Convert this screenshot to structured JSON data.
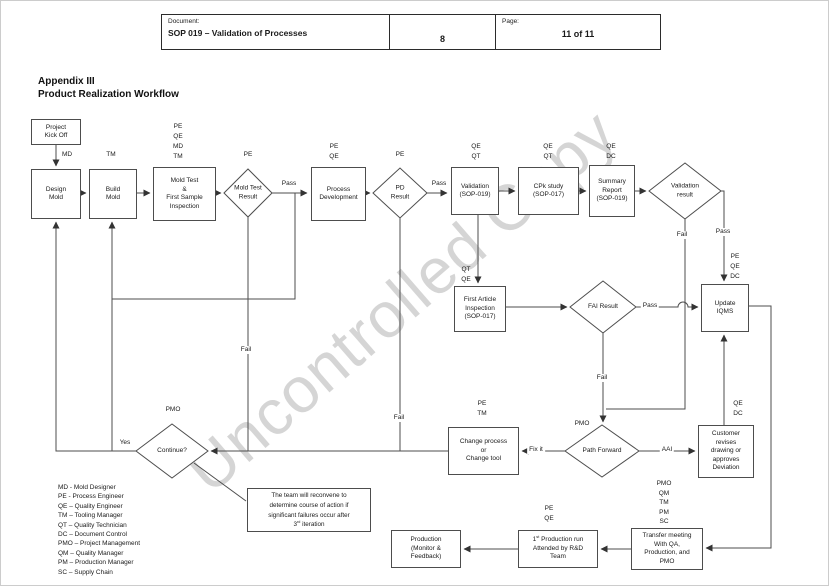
{
  "header": {
    "document_label": "Document:",
    "document_title": "SOP 019 – Validation of Processes",
    "revision": "8",
    "page_label": "Page:",
    "page_value": "11 of 11"
  },
  "title": {
    "line1": "Appendix III",
    "line2": "Product Realization Workflow"
  },
  "watermark": "Uncontrolled Copy",
  "nodes": {
    "project_kickoff": "Project\nKick Off",
    "design_mold": "Design\nMold",
    "build_mold": "Build\nMold",
    "mold_test_inspection": "Mold Test\n&\nFirst Sample\nInspection",
    "mold_test_result": "Mold Test\nResult",
    "process_development": "Process\nDevelopment",
    "pd_result": "PD\nResult",
    "validation": "Validation\n(SOP-019)",
    "cpk_study": "CPk study\n(SOP-017)",
    "summary_report": "Summary\nReport\n(SOP-019)",
    "validation_result": "Validation\nresult",
    "update_iqms": "Update\nIQMS",
    "first_article_inspection": "First Article\nInspection\n(SOP-017)",
    "fai_result": "FAI Result",
    "change_process": "Change process\nor\nChange tool",
    "path_forward": "Path Forward",
    "continue_q": "Continue?",
    "customer_revises": "Customer\nrevises\ndrawing or\napproves\nDeviation",
    "transfer_meeting": "Transfer meeting\nWith QA,\nProduction, and\nPMO",
    "production_run": {
      "pre": "1",
      "sup": "st",
      "rest": " Production run\nAttended by R&D\nTeam"
    },
    "production": "Production\n(Monitor &\nFeedback)"
  },
  "roles": {
    "design_mold": "MD",
    "build_mold": "TM",
    "mold_test_inspection": "PE\nQE\nMD\nTM",
    "mold_test_result": "PE",
    "process_development": "PE\nQE",
    "pd_result": "PE",
    "validation": "QE\nQT",
    "cpk_study": "QE\nQT",
    "summary_report": "QE\nDC",
    "update_iqms": "PE\nQE\nDC",
    "first_article_inspection": "QT\nQE",
    "change_process": "PE\nTM",
    "path_forward": "PMO",
    "continue_q": "PMO",
    "customer_revises": "QE\nDC",
    "transfer_meeting": "PMO\nQM\nTM\nPM\nSC",
    "production_run": "PE\nQE"
  },
  "edges": {
    "pass_mold_test": "Pass",
    "pass_pd": "Pass",
    "fail_validation": "Fail",
    "pass_validation": "Pass",
    "pass_fai": "Pass",
    "fail_fai": "Fail",
    "fail_mold_test": "Fail",
    "fail_pd": "Fail",
    "yes": "Yes",
    "fix_it": "Fix it",
    "aai": "AAI"
  },
  "note": {
    "pre": "The team will reconvene to\ndetermine course of action if\nsignificant failures occur after\n3",
    "sup": "rd",
    "post": " iteration"
  },
  "legend": [
    "MD - Mold Designer",
    "PE - Process Engineer",
    "QE – Quality Engineer",
    "TM – Tooling Manager",
    "QT – Quality Technician",
    "DC – Document Control",
    "PMO – Project Management",
    "QM – Quality Manager",
    "PM – Production Manager",
    "SC – Supply Chain"
  ]
}
